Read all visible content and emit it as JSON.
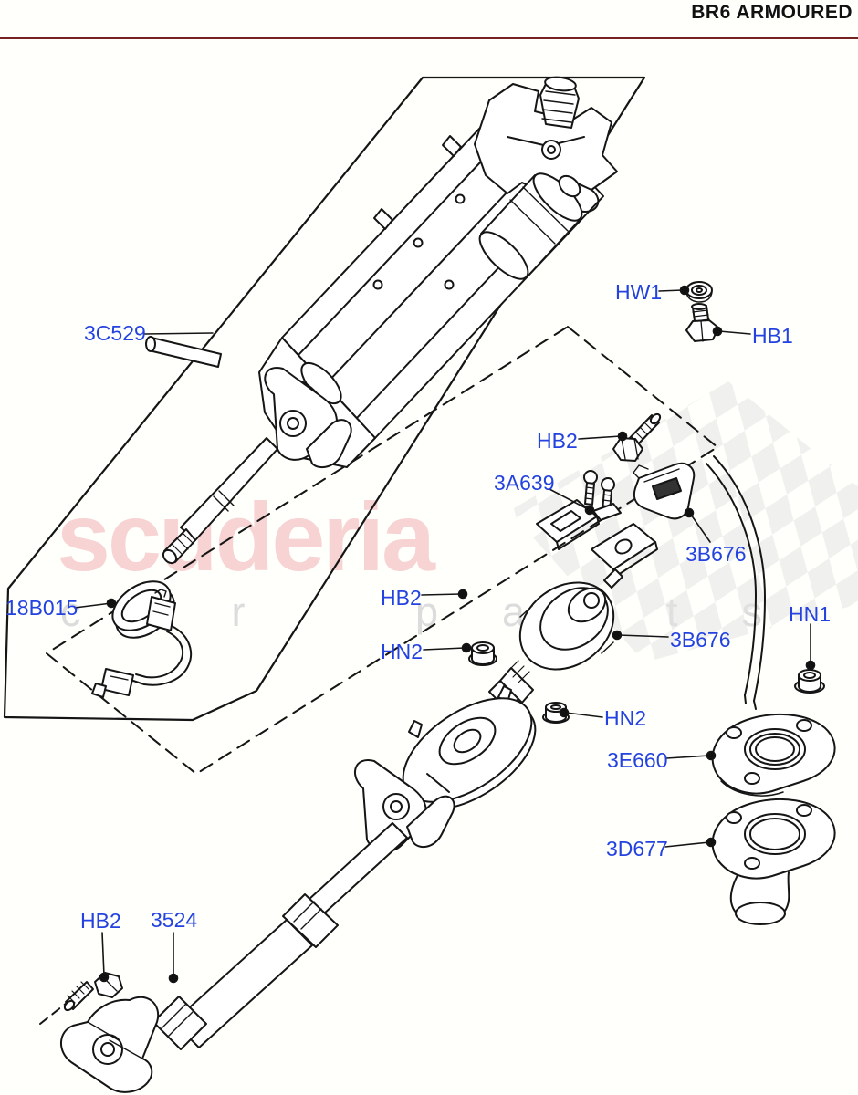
{
  "header": {
    "title": "BR6 ARMOURED"
  },
  "watermark": {
    "brand": "scuderia",
    "tagline": "car parts"
  },
  "colors": {
    "label_blue": "#2342e0",
    "line_black": "#151515",
    "header_rule_maroon": "#772222",
    "watermark_pink": "#f7d3d3",
    "watermark_gray": "#dcdcdc",
    "checker_gray": "#e4e4e4"
  },
  "parts": [
    {
      "label": "3C529"
    },
    {
      "label": "18B015"
    },
    {
      "label": "HW1"
    },
    {
      "label": "HB1"
    },
    {
      "label": "HB2"
    },
    {
      "label": "3A639"
    },
    {
      "label": "3B676"
    },
    {
      "label": "HN1"
    },
    {
      "label": "HB2"
    },
    {
      "label": "HN2"
    },
    {
      "label": "3B676"
    },
    {
      "label": "HN2"
    },
    {
      "label": "3E660"
    },
    {
      "label": "3D677"
    },
    {
      "label": "HB2"
    },
    {
      "label": "3524"
    }
  ]
}
